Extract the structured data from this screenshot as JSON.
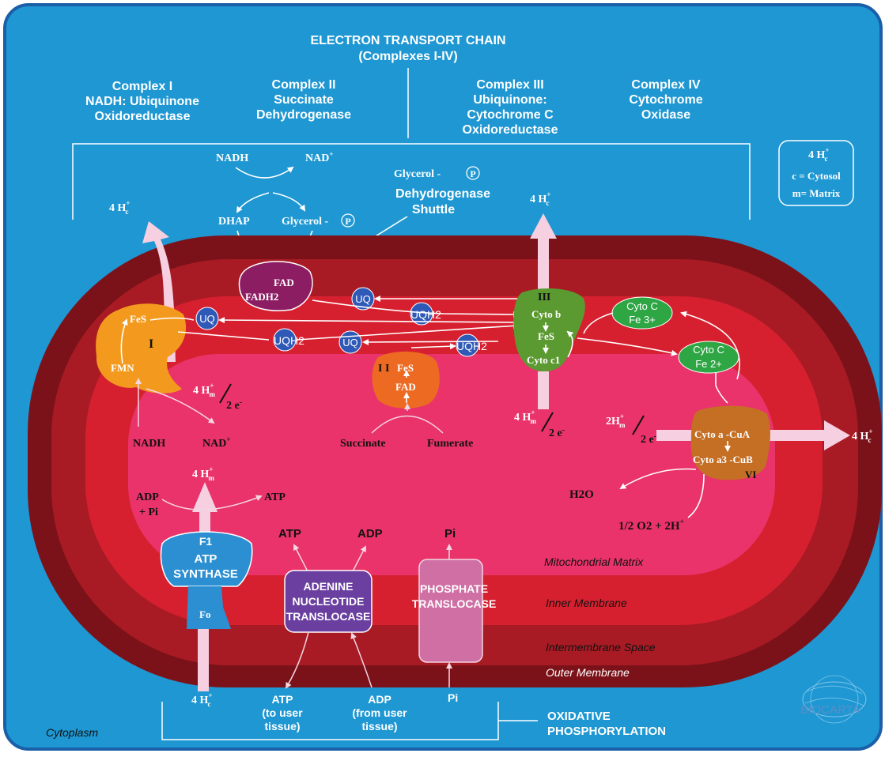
{
  "title": "ELECTRON TRANSPORT CHAIN",
  "subtitle": "(Complexes I-IV)",
  "complexes": {
    "c1": [
      "Complex I",
      "NADH: Ubiquinone",
      "Oxidoreductase"
    ],
    "c2": [
      "Complex II",
      "Succinate",
      "Dehydrogenase"
    ],
    "c3": [
      "Complex III",
      "Ubiquinone:",
      "Cytochrome C",
      "Oxidoreductase"
    ],
    "c4": [
      "Complex IV",
      "Cytochrome",
      "Oxidase"
    ]
  },
  "legend": {
    "h": "4 H",
    "sup": "+",
    "sub": "c",
    "cytosol": "c = Cytosol",
    "matrix": "m= Matrix"
  },
  "proton": {
    "h": "4 H",
    "sup": "+",
    "sub_c": "c",
    "sub_m": "m",
    "electrons": "2 e",
    "minus": "-",
    "h2": "2H"
  },
  "shuttle": {
    "nadh": "NADH",
    "nad": "NAD",
    "nad_sup": "+",
    "dhap": "DHAP",
    "glycerol": "Glycerol -",
    "p": "P",
    "glycerol_p": "Glycerol -",
    "dehydrogenase": "Dehydrogenase",
    "shuttle": "Shuttle",
    "fad": "FAD",
    "fadh2": "FADH2"
  },
  "carriers": {
    "uq": "UQ",
    "uqh2": "UQH2"
  },
  "complex1": {
    "fes": "FeS",
    "numeral": "I",
    "fmn": "FMN",
    "nadh": "NADH",
    "nad": "NAD",
    "nad_sup": "+"
  },
  "complex2": {
    "numeral": "I I",
    "fes": "FeS",
    "fad": "FAD",
    "succinate": "Succinate",
    "fumerate": "Fumerate"
  },
  "complex3": {
    "numeral": "III",
    "cyto_b": "Cyto b",
    "fes": "FeS",
    "cyto_c1": "Cyto c1"
  },
  "cytoc": {
    "label": "Cyto C",
    "fe3": "Fe 3+",
    "fe2": "Fe 2+"
  },
  "complex4": {
    "cyto_a": "Cyto a -CuA",
    "cyto_a3": "Cyto a3 -CuB",
    "numeral": "VI",
    "h2o": "H2O",
    "half": "1/2",
    "o2": "O2 + 2H",
    "plus": "+"
  },
  "atp_synthase": {
    "adp": "ADP",
    "pi": "+ Pi",
    "atp": "ATP",
    "f1": "F1",
    "name1": "ATP",
    "name2": "SYNTHASE",
    "fo": "Fo"
  },
  "ant": {
    "atp": "ATP",
    "adp": "ADP",
    "name": [
      "ADENINE",
      "NUCLEOTIDE",
      "TRANSLOCASE"
    ],
    "out_atp": [
      "ATP",
      "(to user",
      "tissue)"
    ],
    "in_adp": [
      "ADP",
      "(from user",
      "tissue)"
    ]
  },
  "pt": {
    "pi": "Pi",
    "name": [
      "PHOSPHATE",
      "TRANSLOCASE"
    ],
    "pi_in": "Pi"
  },
  "regions": {
    "matrix": "Mitochondrial Matrix",
    "inner": "Inner Membrane",
    "intermembrane": "Intermembrane Space",
    "outer": "Outer Membrane",
    "cytoplasm": "Cytoplasm"
  },
  "footer": {
    "line1": "OXIDATIVE",
    "line2": "PHOSPHORYLATION"
  },
  "logo": "BIOCARTA",
  "colors": {
    "background": "#1e97d2",
    "outer_membrane": "#7c1219",
    "intermembrane": "#a81b24",
    "inner_membrane": "#d7202f",
    "matrix": "#e9336a",
    "complex1": "#f39a1e",
    "complex2": "#ec6a22",
    "complex3": "#5b9a31",
    "cytoc": "#2fa644",
    "complex4": "#c56f25",
    "fad_shuttle": "#8d1d63",
    "uq": "#2f59b7",
    "atp_synthase": "#2c8fd2",
    "ant": "#6a3fa0",
    "pt": "#cf6fa4",
    "arrow": "#f6cfe0"
  }
}
